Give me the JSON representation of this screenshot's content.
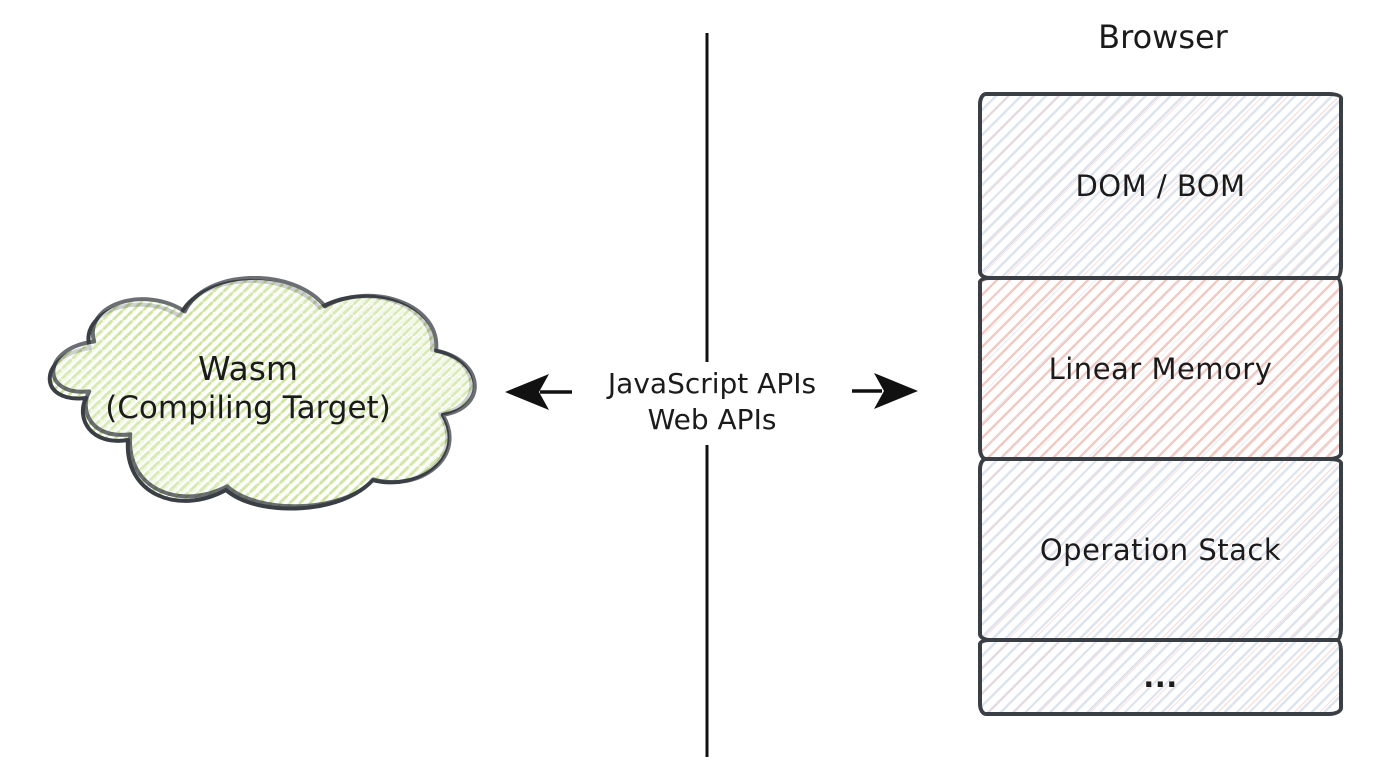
{
  "canvas": {
    "background": "#ffffff",
    "ink_color": "#111111",
    "outline_color": "#3a3f45",
    "text_color": "#1b1b1b"
  },
  "left_panel": {
    "cloud": {
      "title": "Wasm",
      "subtitle": "(Compiling Target)",
      "hatch_color": "#cde49e",
      "outline_color": "#3a3f45"
    }
  },
  "bridge": {
    "label_line1": "JavaScript APIs",
    "label_line2": "Web APIs",
    "divider_color": "#111111",
    "arrow_color": "#111111",
    "arrow_left_direction": "left",
    "arrow_right_direction": "right"
  },
  "right_panel": {
    "title": "Browser",
    "outline_color": "#3a3f45",
    "hatch_blue": "#dde4ee",
    "hatch_red": "#f3cac3",
    "stack": [
      {
        "label": "DOM / BOM",
        "fill": "#dde4ee"
      },
      {
        "label": "Linear Memory",
        "fill": "#f3cac3"
      },
      {
        "label": "Operation Stack",
        "fill": "#dde4ee"
      },
      {
        "label": "...",
        "fill": "#dde4ee"
      }
    ]
  }
}
